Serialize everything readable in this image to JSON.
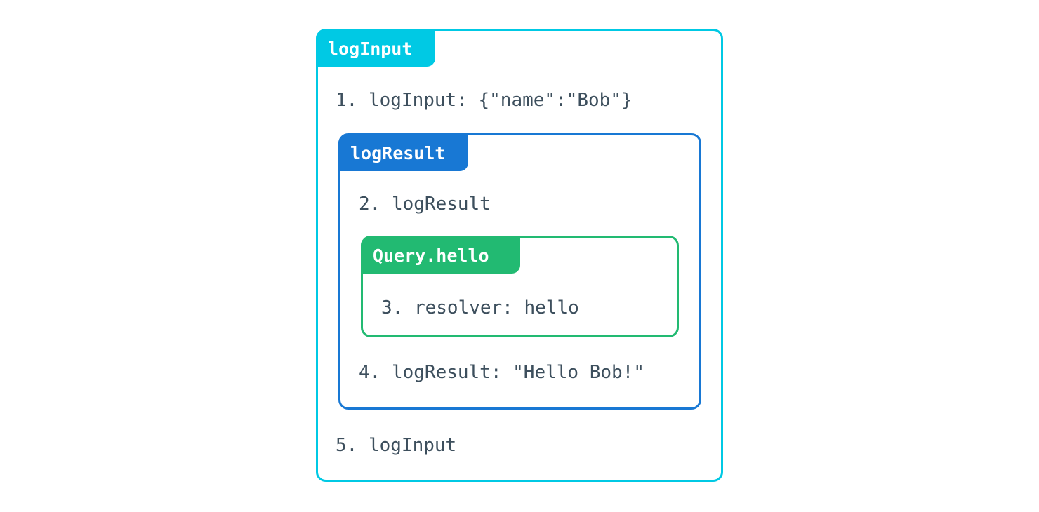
{
  "diagram": {
    "title": "logInput",
    "type": "nested-trace-boxes",
    "background": "#ffffff",
    "text_color": "#3d4f5d"
  },
  "boxes": [
    {
      "id": "loginput",
      "label": "logInput",
      "color": "#00c9e4",
      "level": 0
    },
    {
      "id": "logresult",
      "label": "logResult",
      "color": "#1878d4",
      "level": 1
    },
    {
      "id": "queryhello",
      "label": "Query.hello",
      "color": "#22ba72",
      "level": 2
    }
  ],
  "lines": [
    {
      "number": "1.",
      "text": "logInput: {\"name\":\"Bob\"}",
      "full": "1. logInput: {\"name\":\"Bob\"}",
      "level": 0
    },
    {
      "number": "2.",
      "text": "logResult",
      "full": "2. logResult",
      "level": 1
    },
    {
      "number": "3.",
      "text": "resolver: hello",
      "full": "3. resolver: hello",
      "level": 2
    },
    {
      "number": "4.",
      "text": "logResult: \"Hello Bob!\"",
      "full": "4. logResult: \"Hello Bob!\"",
      "level": 1
    },
    {
      "number": "5.",
      "text": "logInput",
      "full": "5. logInput",
      "level": 0
    }
  ]
}
